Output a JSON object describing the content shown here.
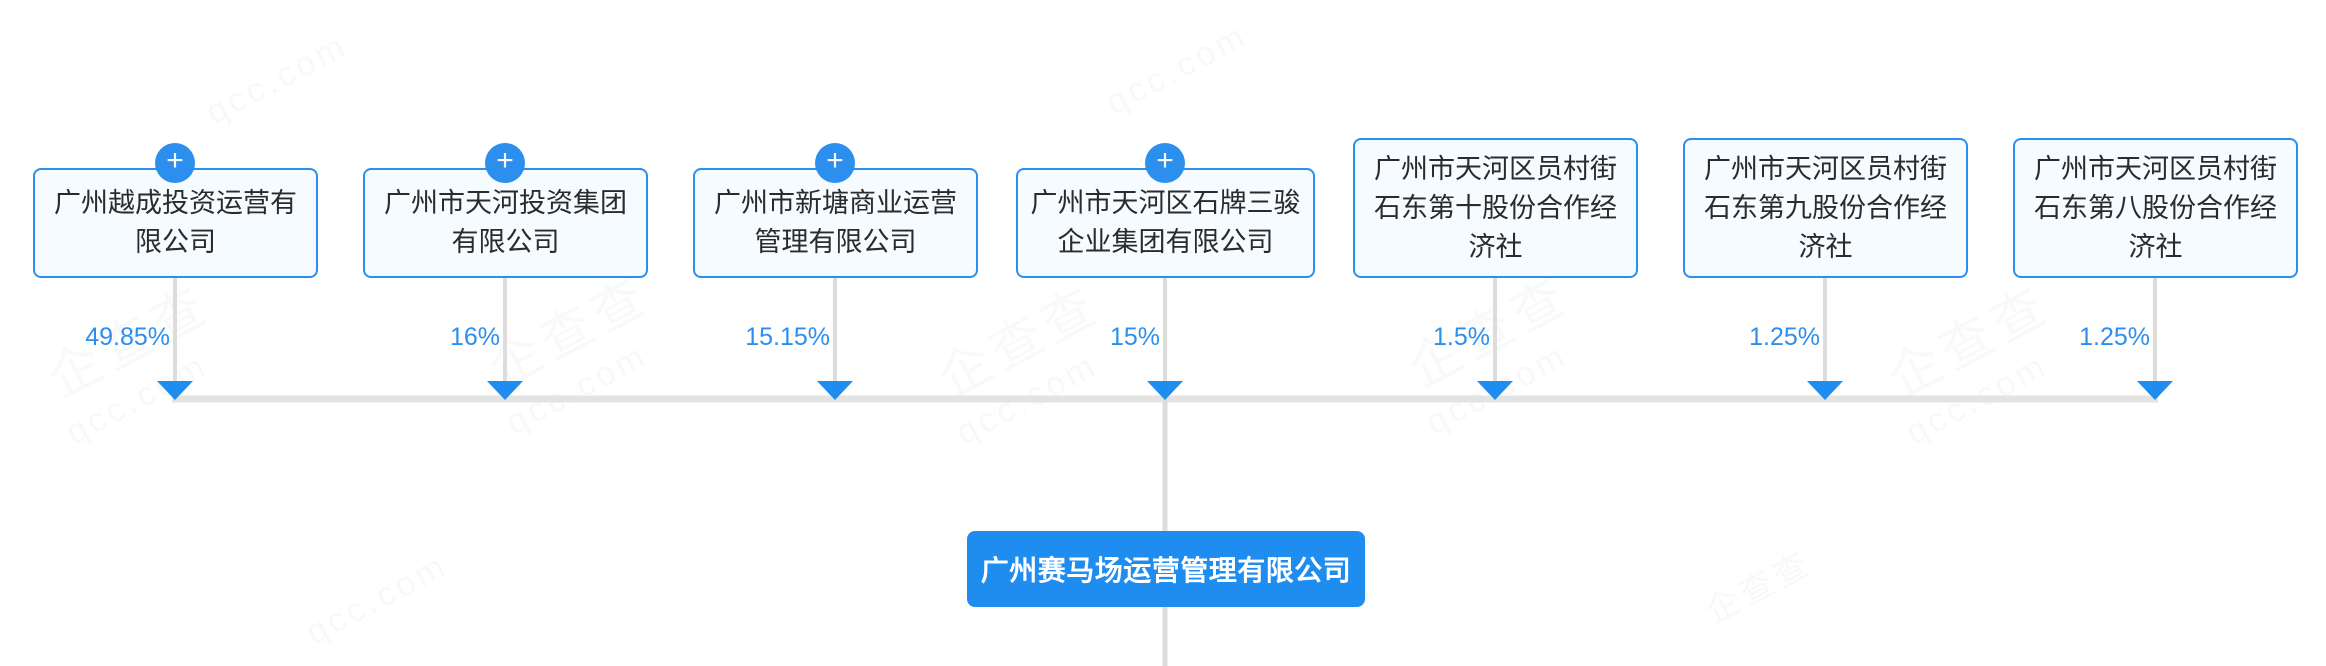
{
  "diagram": {
    "type": "shareholder-structure-tree",
    "root": {
      "name": "广州赛马场运营管理有限公司",
      "color": "#1f8cf0",
      "text_color": "#ffffff"
    },
    "accent_color": "#2c8fee",
    "node_fill": "#f5fbff",
    "line_color": "#dcdcdc",
    "expand_icon": "plus-icon",
    "shareholders": [
      {
        "name": "广州越成投资运营有限公司",
        "percent": "49.85%",
        "expandable": true
      },
      {
        "name": "广州市天河投资集团有限公司",
        "percent": "16%",
        "expandable": true
      },
      {
        "name": "广州市新塘商业运营管理有限公司",
        "percent": "15.15%",
        "expandable": true
      },
      {
        "name": "广州市天河区石牌三骏企业集团有限公司",
        "percent": "15%",
        "expandable": true
      },
      {
        "name": "广州市天河区员村街石东第十股份合作经济社",
        "percent": "1.5%",
        "expandable": false
      },
      {
        "name": "广州市天河区员村街石东第九股份合作经济社",
        "percent": "1.25%",
        "expandable": false
      },
      {
        "name": "广州市天河区员村街石东第八股份合作经济社",
        "percent": "1.25%",
        "expandable": false
      }
    ],
    "expand_glyph": "+"
  },
  "watermark": {
    "text_a": "企查查",
    "text_b": "qcc.com"
  }
}
